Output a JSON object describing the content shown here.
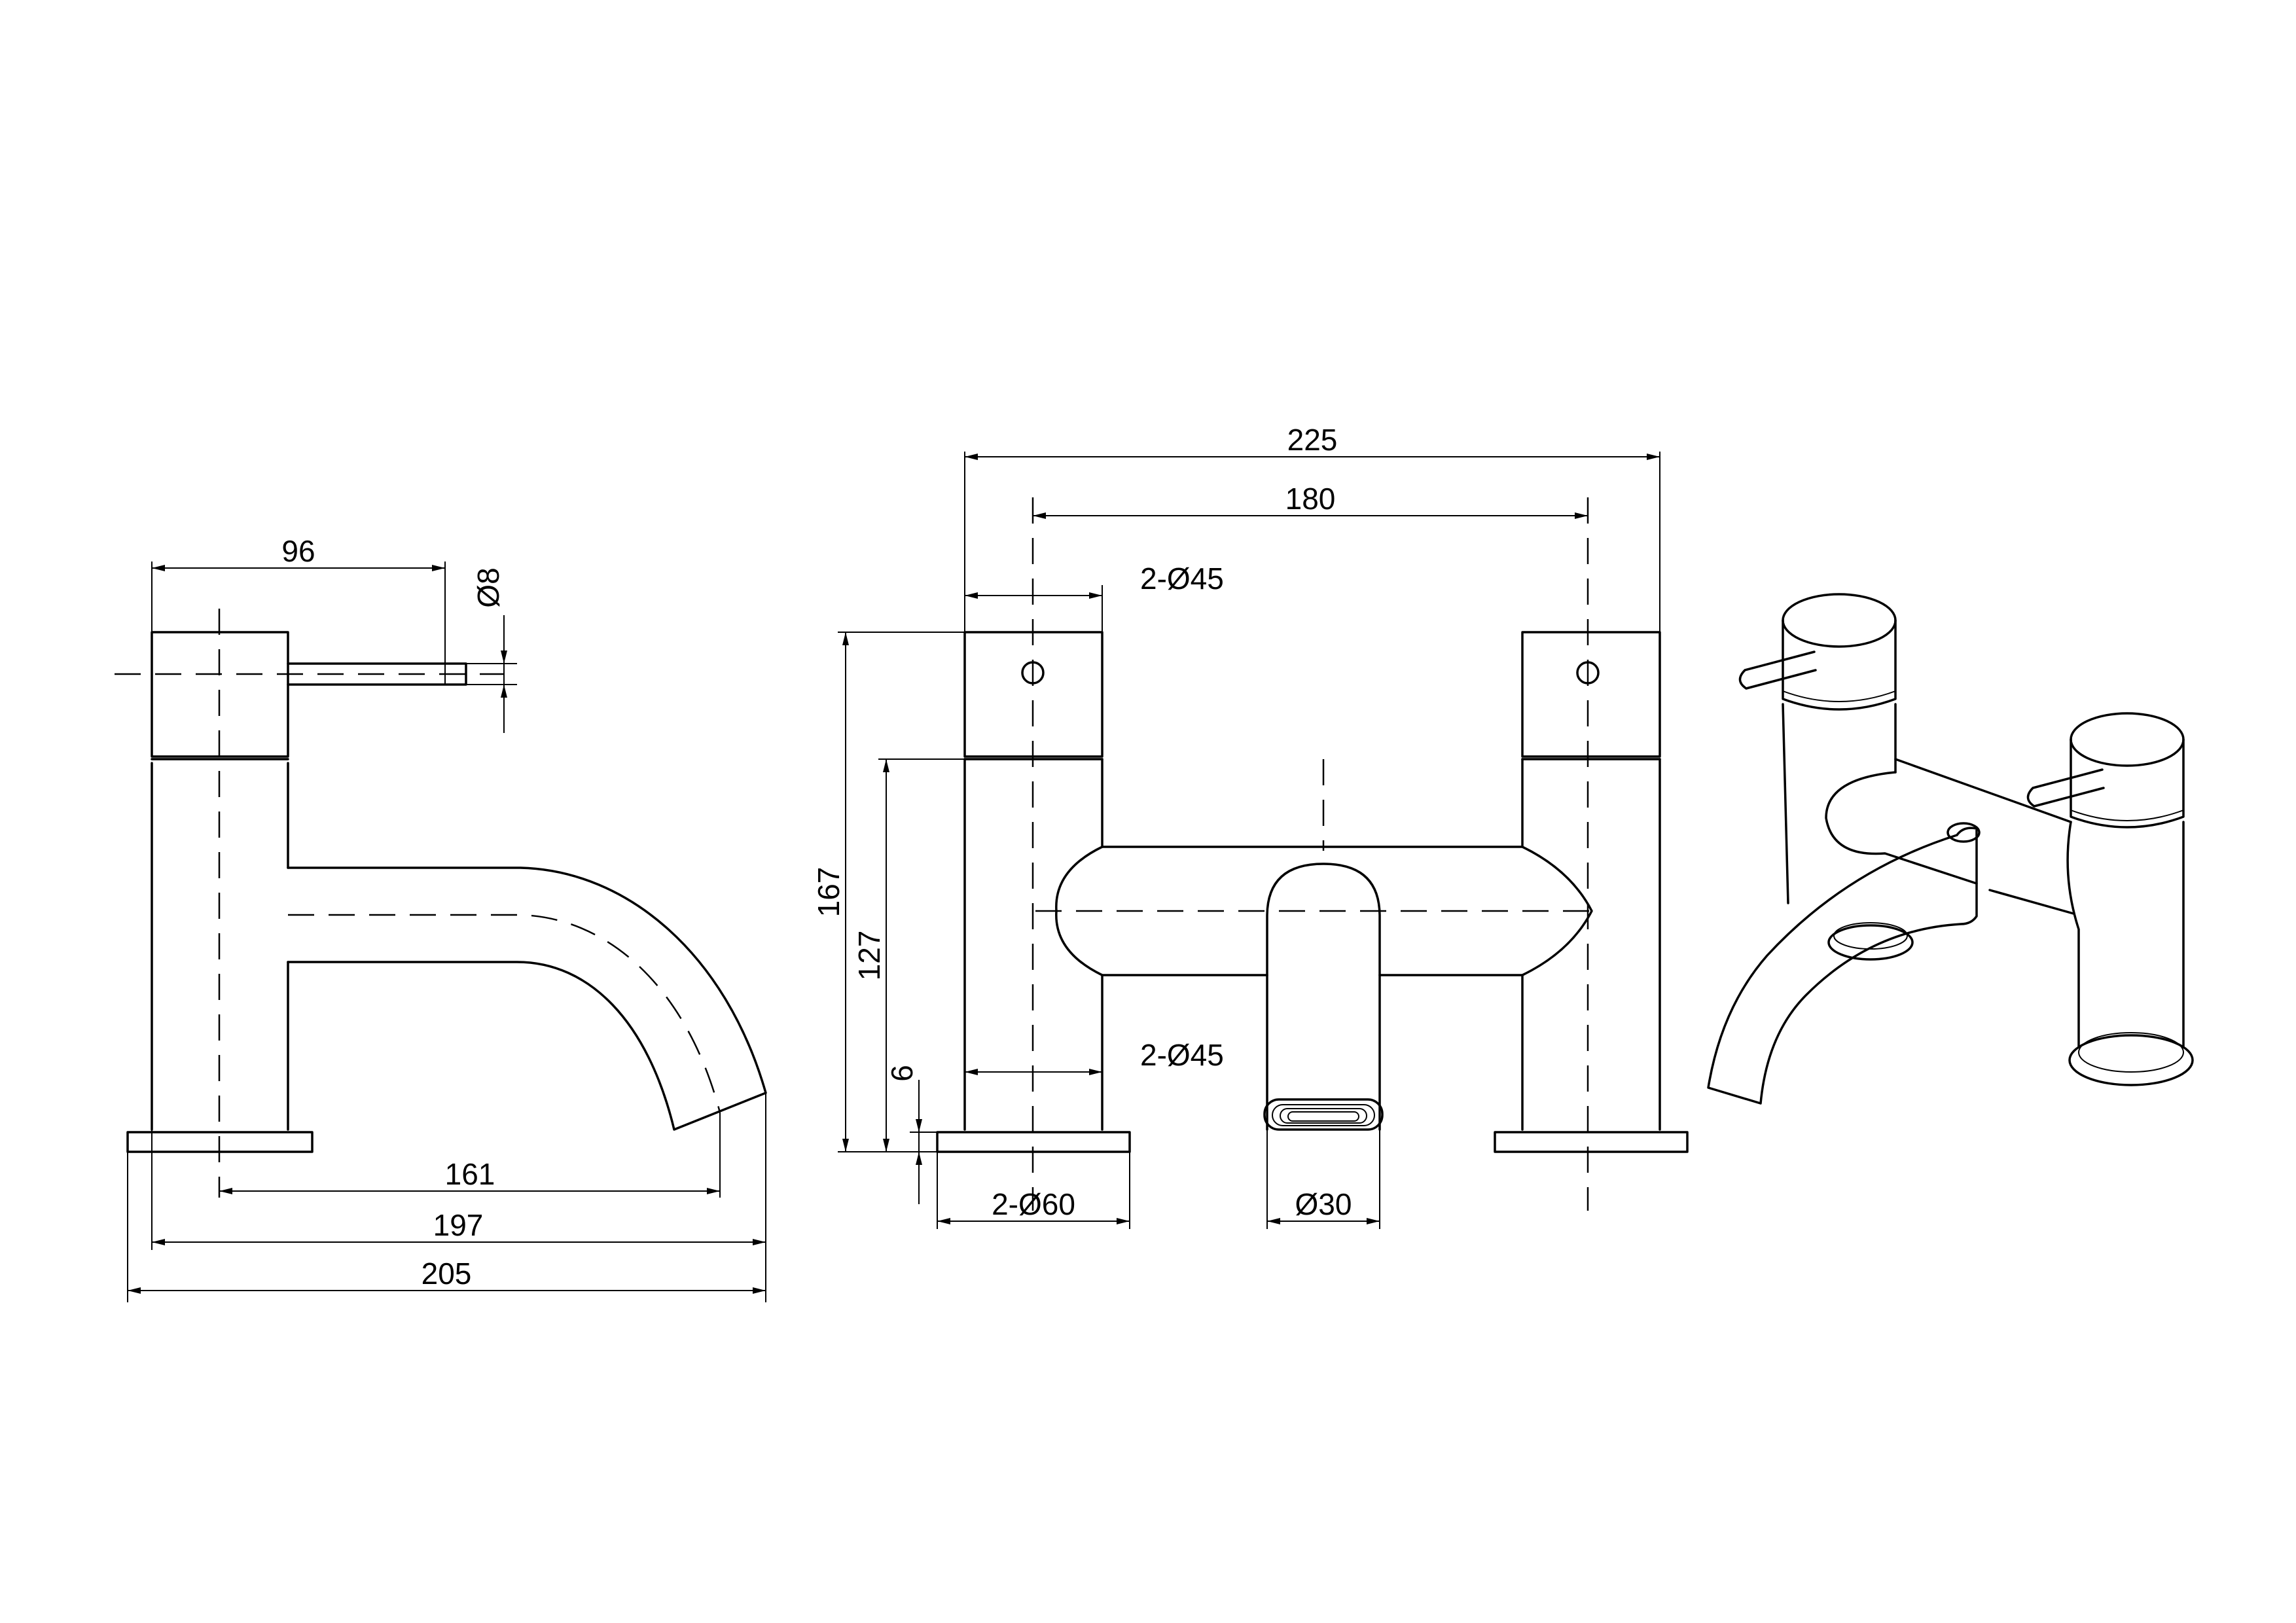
{
  "side_view": {
    "dims": {
      "width_96": "96",
      "lever_dia": "Ø8",
      "reach_161": "161",
      "reach_197": "197",
      "length_205": "205"
    }
  },
  "front_view": {
    "dims": {
      "width_225": "225",
      "centres_180": "180",
      "handle_dia": "2-Ø45",
      "body_dia": "2-Ø45",
      "height_167": "167",
      "height_127": "127",
      "base_6": "6",
      "base_dia": "2-Ø60",
      "spout_dia": "Ø30"
    }
  }
}
